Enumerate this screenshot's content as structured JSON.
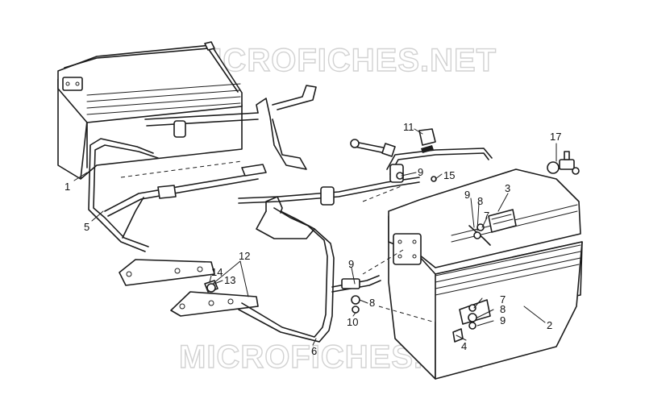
{
  "watermark": {
    "top": "MICROFICHES.NET",
    "bottom": "MICROFICHES.NET"
  },
  "callouts": {
    "c1": "1",
    "c2": "2",
    "c3": "3",
    "c4": "4",
    "c5": "5",
    "c6": "6",
    "c7a": "7",
    "c7b": "7",
    "c8a": "8",
    "c8b": "8",
    "c8c": "8",
    "c9a": "9",
    "c9b": "9",
    "c9c": "9",
    "c9d": "9",
    "c10": "10",
    "c11": "11",
    "c12": "12",
    "c13": "13",
    "c14": "14",
    "c15": "15",
    "c17": "17"
  }
}
